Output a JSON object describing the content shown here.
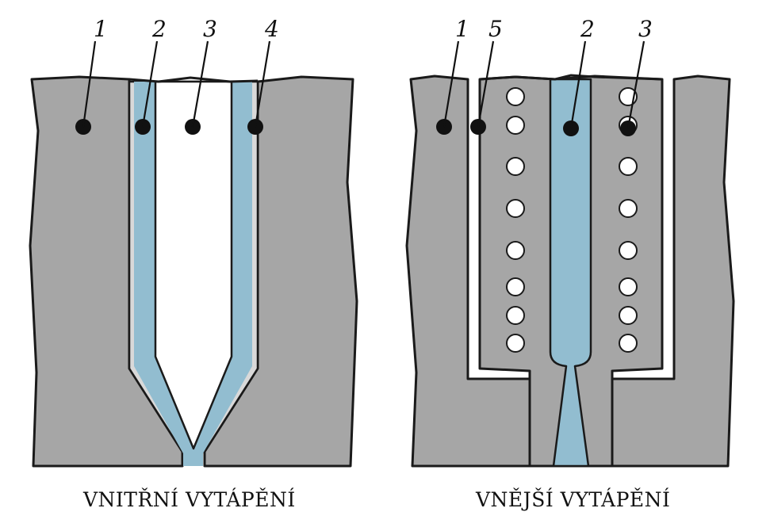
{
  "left_panel": {
    "caption": "VNITŘNÍ VYTÁPĚNÍ",
    "labels": [
      "1",
      "2",
      "3",
      "4"
    ]
  },
  "right_panel": {
    "caption": "VNĚJŠÍ VYTÁPĚNÍ",
    "labels": [
      "1",
      "5",
      "2",
      "3"
    ]
  },
  "colors": {
    "mold_gray": "#a6a6a6",
    "melt_blue": "#92bdd0",
    "outline": "#1a1a1a",
    "heater_white": "#ffffff",
    "insulation_light": "#d9d9d9"
  }
}
